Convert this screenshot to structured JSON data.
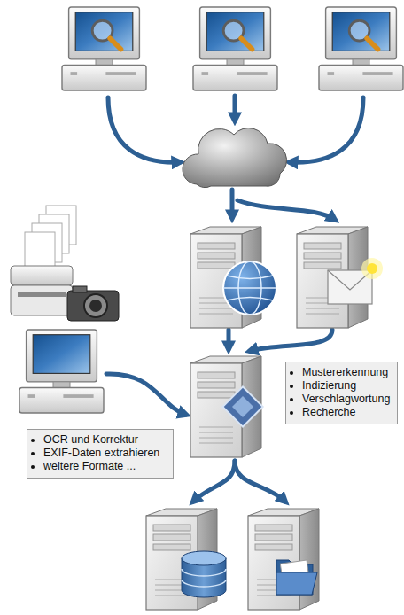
{
  "diagram": {
    "nodes": [
      {
        "text": [
          "Mustererkennung",
          "Indizierung",
          "Verschlagwortung",
          "Recherche"
        ]
      },
      {
        "text": [
          "OCR und Korrektur",
          "EXIF-Daten extrahieren",
          "weitere Formate ..."
        ]
      }
    ]
  }
}
